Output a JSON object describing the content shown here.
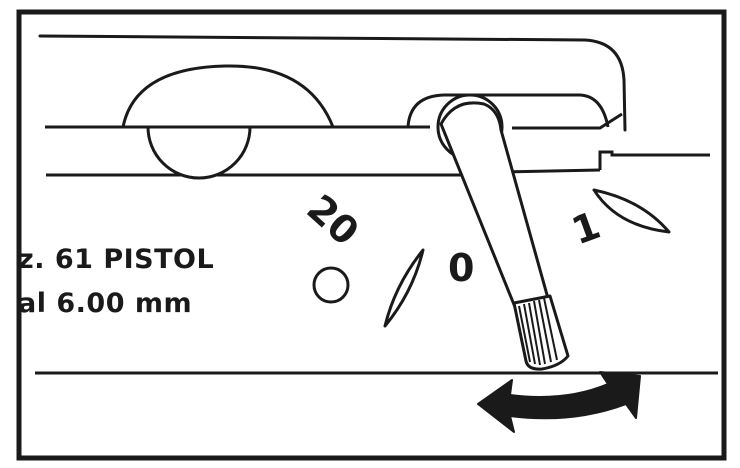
{
  "engraving": {
    "line1": "z. 61 PISTOL",
    "line2": "al 6.00 mm"
  },
  "selector_marks": {
    "safe": "0",
    "single": "1",
    "burst": "20"
  },
  "icons": {
    "safe": "circle-icon",
    "single": "single-bullet-icon",
    "burst": "bullet-icon",
    "rotation": "double-arrow-icon"
  },
  "colors": {
    "ink": "#1a1a1a",
    "paper": "#ffffff"
  }
}
